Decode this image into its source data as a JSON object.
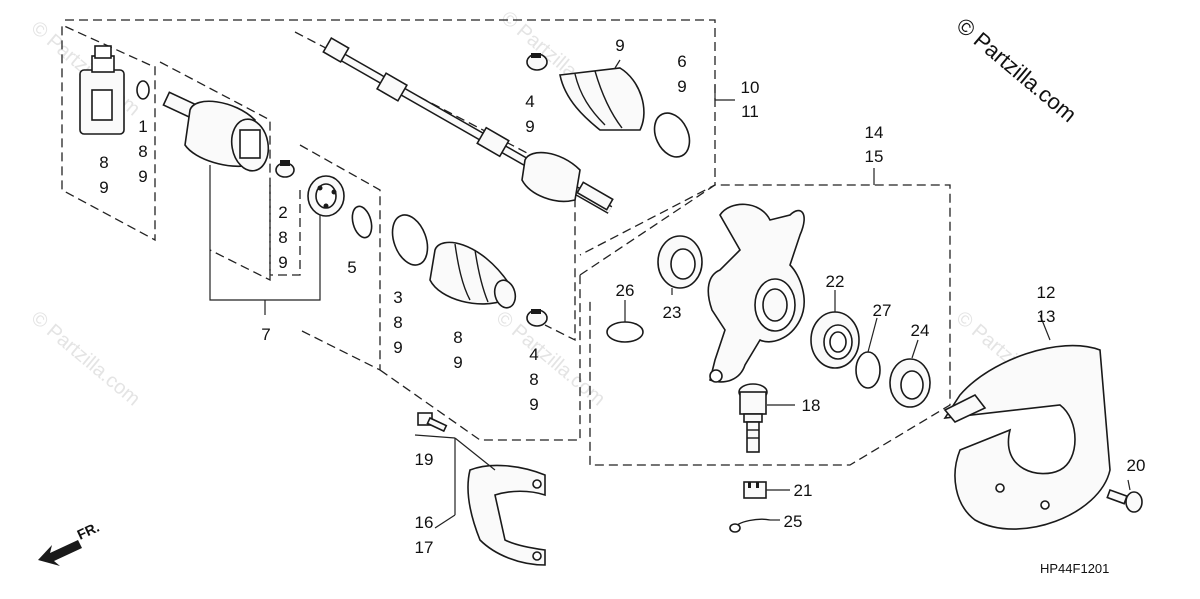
{
  "watermark": "© Partzilla.com",
  "copyright_label": "© Partzilla.com",
  "diagram_code": "HP44F1201",
  "direction_label": "FR.",
  "callouts": {
    "c1": [
      "1",
      "8",
      "9"
    ],
    "c2": [
      "2",
      "8",
      "9"
    ],
    "c3": [
      "3",
      "8",
      "9"
    ],
    "c4a": [
      "4",
      "9"
    ],
    "c4b": [
      "4",
      "8",
      "9"
    ],
    "c5": "5",
    "c6": [
      "6",
      "9"
    ],
    "c7": "7",
    "c8a": [
      "8",
      "9"
    ],
    "c8b": [
      "8",
      "9"
    ],
    "c9": "9",
    "c10": [
      "10",
      "11"
    ],
    "c12": [
      "12",
      "13"
    ],
    "c14": [
      "14",
      "15"
    ],
    "c16": [
      "16",
      "17"
    ],
    "c18": "18",
    "c19": "19",
    "c20": "20",
    "c21": "21",
    "c22": "22",
    "c23": "23",
    "c24": "24",
    "c25": "25",
    "c26": "26",
    "c27": "27"
  }
}
